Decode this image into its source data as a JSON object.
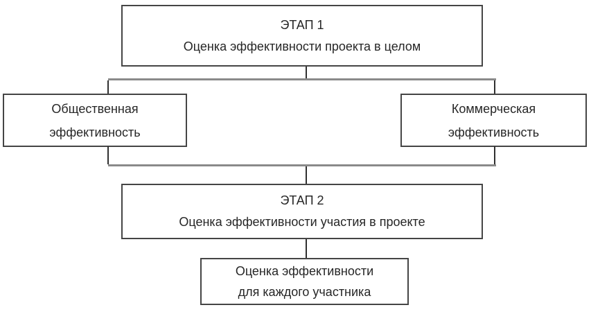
{
  "boxes": {
    "stage1": {
      "line1": "ЭТАП 1",
      "line2": "Оценка эффективности проекта в целом"
    },
    "social": {
      "line1": "Общественная",
      "line2": "эффективность"
    },
    "commercial": {
      "line1": "Коммерческая",
      "line2": "эффективность"
    },
    "stage2": {
      "line1": "ЭТАП 2",
      "line2": "Оценка эффективности участия в проекте"
    },
    "participant": {
      "line1": "Оценка эффективности",
      "line2": "для каждого участника"
    }
  },
  "colors": {
    "background": "#ffffff",
    "box_border": "#454545",
    "connector_h": "#8a8a8a",
    "connector_v": "#2f2f2f",
    "text": "#262626"
  }
}
